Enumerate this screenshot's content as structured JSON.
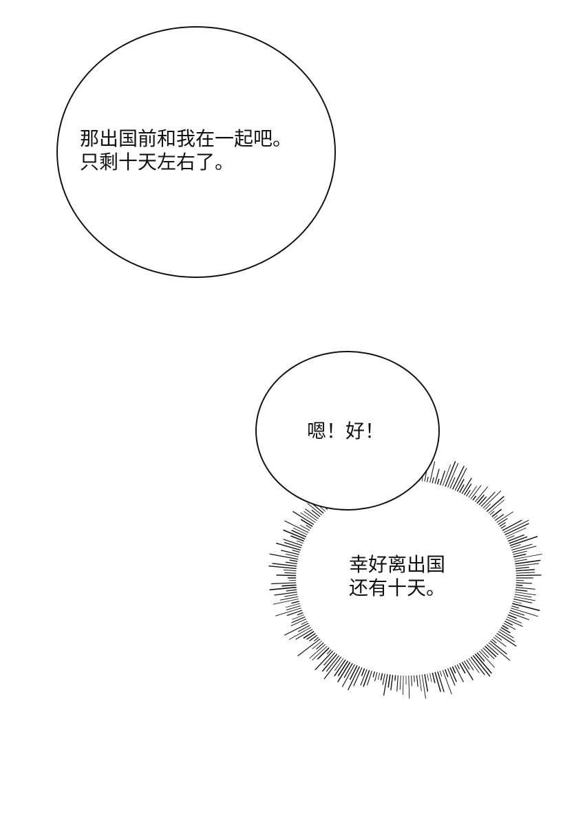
{
  "page": {
    "background": "#ffffff",
    "stroke_color": "#111111"
  },
  "bubbles": [
    {
      "id": "bubble-1",
      "type": "speech-oval",
      "lines": [
        "那出国前和我在一起吧。",
        "只剩十天左右了。"
      ]
    },
    {
      "id": "bubble-2",
      "type": "speech-oval",
      "lines": [
        "嗯！好！"
      ]
    },
    {
      "id": "bubble-3",
      "type": "thought-burst",
      "lines": [
        "幸好离出国",
        "还有十天。"
      ]
    }
  ]
}
